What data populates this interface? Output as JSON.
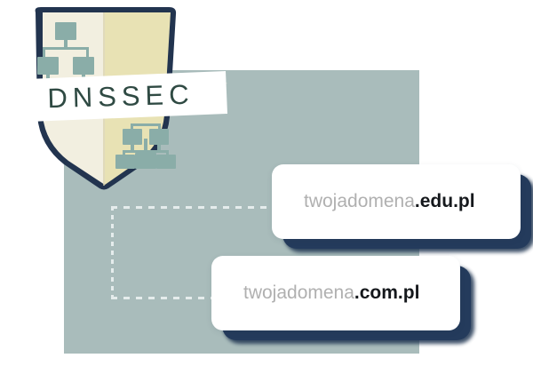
{
  "badge": {
    "label": "DNSSEC",
    "icon_top": "network-hierarchy-icon",
    "icon_bottom": "network-hierarchy-inverted-icon",
    "shield_light_color": "#f2efe0",
    "shield_dark_color": "#e8e2b4",
    "shield_outline_color": "#22344f",
    "label_color": "#2f4a43",
    "ribbon_color": "#ffffff"
  },
  "panel": {
    "background_color": "#a9bcbb",
    "connector_color": "#e5ecec",
    "connector_style": "dashed"
  },
  "domains": [
    {
      "name": "domain-card-edu",
      "base": "twojadomena",
      "tld": ".edu.pl",
      "base_color": "#b0b0b0",
      "tld_color": "#15181c",
      "shadow_color": "#243b5c"
    },
    {
      "name": "domain-card-com",
      "base": "twojadomena",
      "tld": ".com.pl",
      "base_color": "#b0b0b0",
      "tld_color": "#15181c",
      "shadow_color": "#243b5c"
    }
  ]
}
